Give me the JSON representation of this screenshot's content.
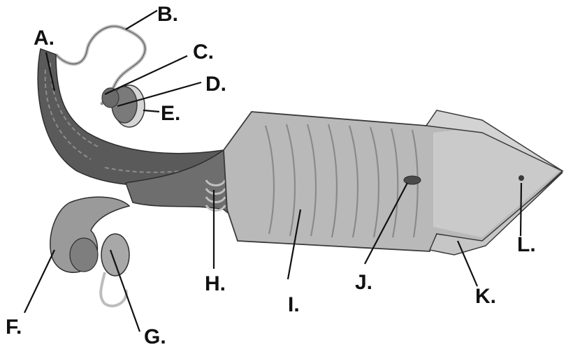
{
  "labels": {
    "a": "A.",
    "b": "B.",
    "c": "C.",
    "d": "D.",
    "e": "E.",
    "f": "F.",
    "g": "G.",
    "h": "H.",
    "i": "I.",
    "j": "J.",
    "k": "K.",
    "l": "L."
  },
  "colors": {
    "outline": "#3a3a3a",
    "dark_tissue": "#5a5a5a",
    "mid_tissue": "#8c8c8c",
    "light_tissue": "#b9b9b9",
    "pale_tissue": "#d6d6d6",
    "leader_line": "#111111"
  }
}
